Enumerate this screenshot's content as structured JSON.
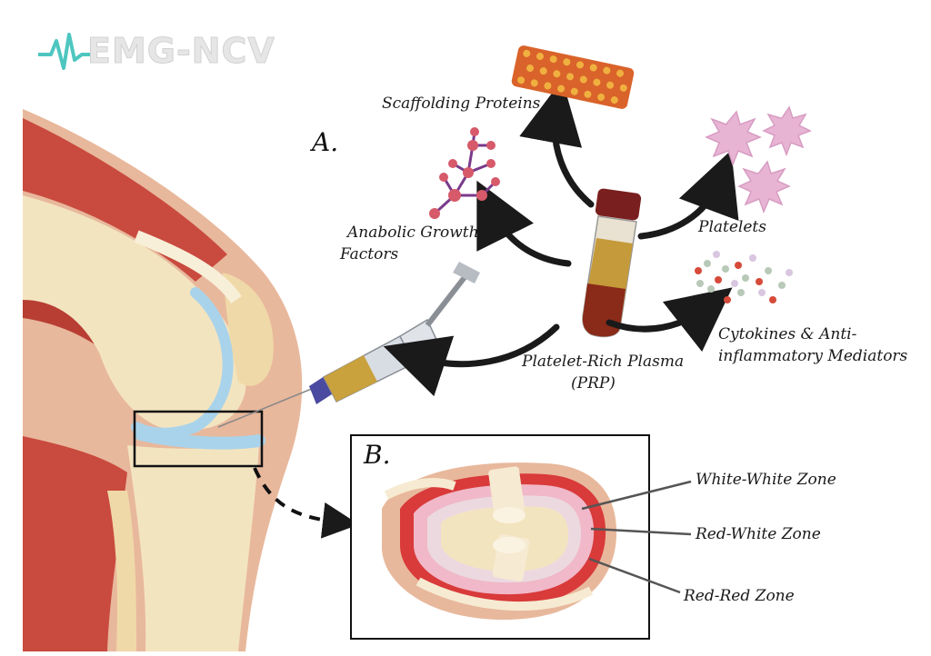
{
  "logo": {
    "text": "EMG-NCV",
    "accent": "#4ec6c0"
  },
  "panels": {
    "a_label": "A.",
    "b_label": "B."
  },
  "center": {
    "line1": "Platelet-Rich Plasma",
    "line2": "(PRP)"
  },
  "components": {
    "scaffold": "Scaffolding Proteins",
    "growth_line1": "Anabolic Growth",
    "growth_line2": "Factors",
    "platelets": "Platelets",
    "cytokines_line1": "Cytokines & Anti-",
    "cytokines_line2": "inflammatory Mediators"
  },
  "zones": {
    "white_white": "White-White Zone",
    "red_white": "Red-White Zone",
    "red_red": "Red-Red Zone"
  },
  "colors": {
    "muscle": "#c94a3e",
    "bone": "#f3e4c0",
    "skin": "#e8b89c",
    "meniscus_blue": "#a9d3ea",
    "plasma": "#c49a3a",
    "blood": "#7a2a1a",
    "red_zone": "#d93a3a",
    "platelet_pink": "#e8b4d4"
  }
}
